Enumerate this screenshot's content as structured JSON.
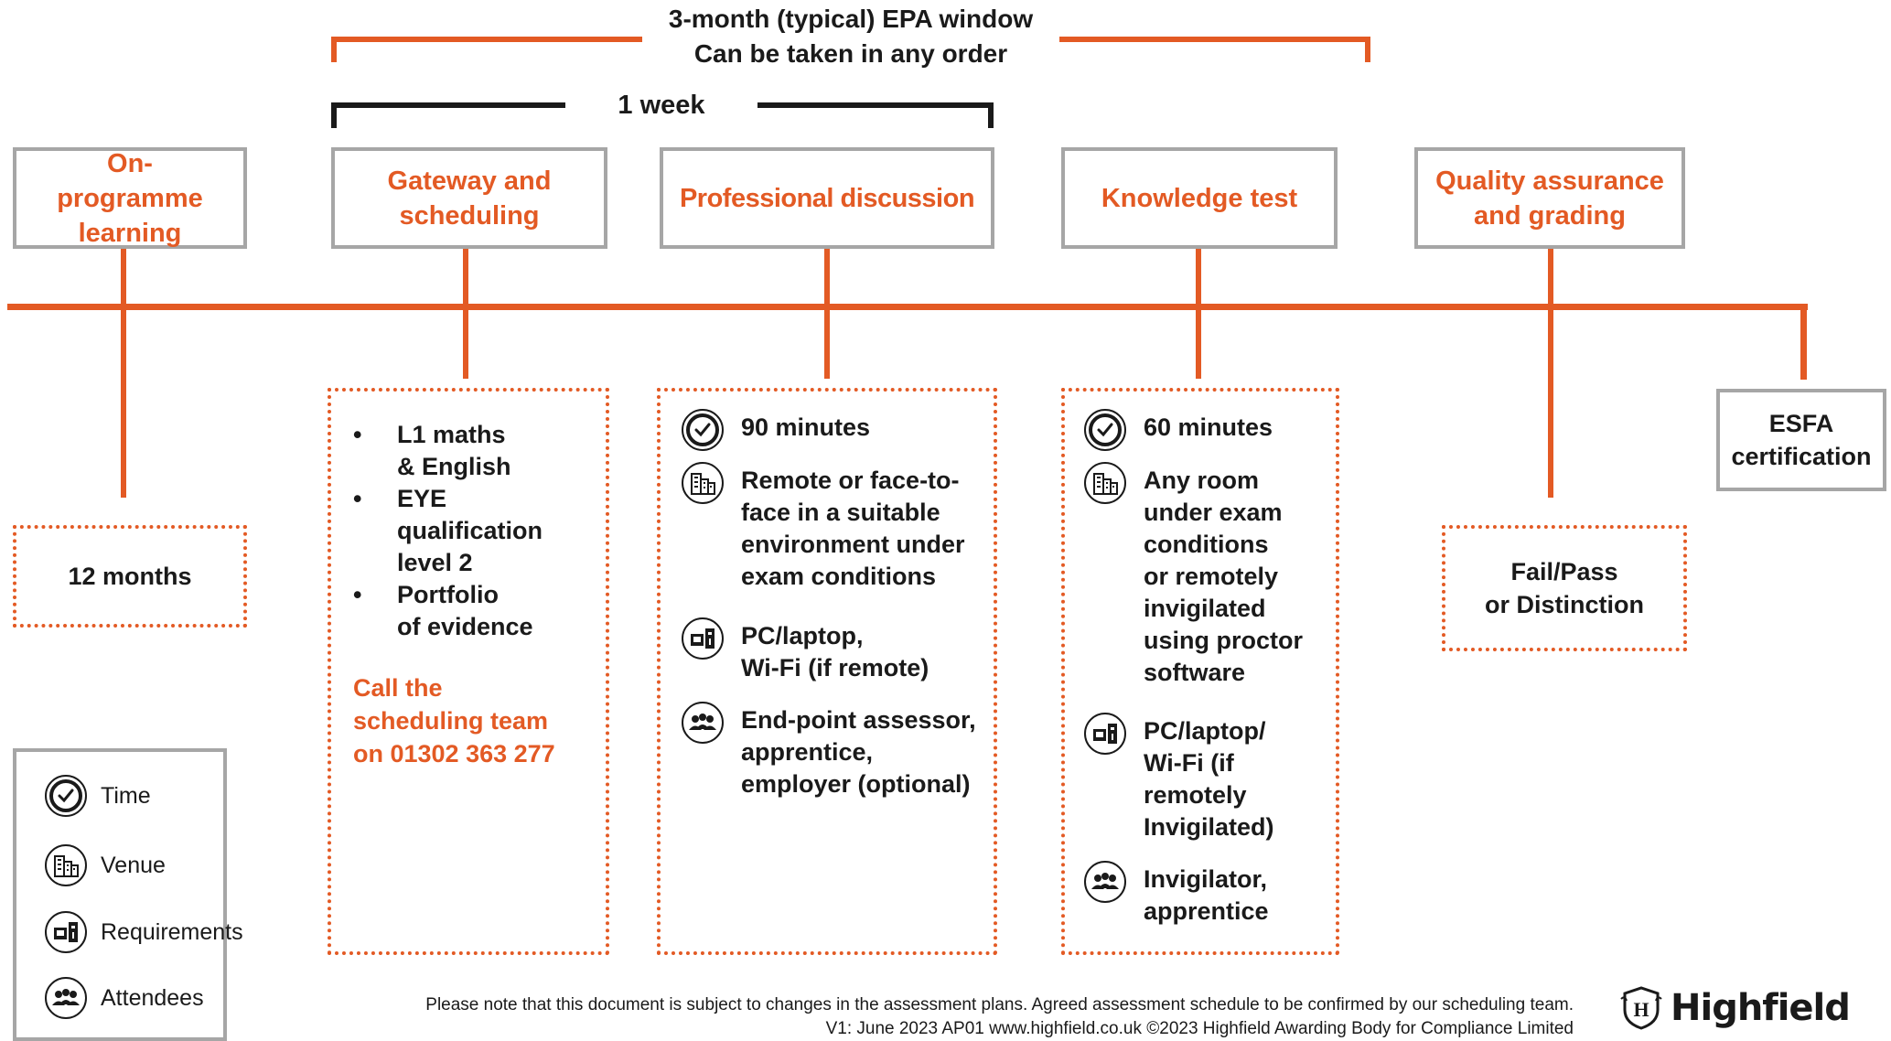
{
  "colors": {
    "accent": "#e35a24",
    "box_border": "#a6a6a6",
    "text": "#1a1a1a"
  },
  "epa_window": {
    "line1": "3-month (typical) EPA window",
    "line2": "Can be taken in any order"
  },
  "gateway_period": "1 week",
  "stages": {
    "on_programme": "On-programme learning",
    "gateway": "Gateway and scheduling",
    "professional_discussion": "Professional discussion",
    "knowledge_test": "Knowledge test",
    "quality_assurance": "Quality assurance and grading",
    "esfa": "ESFA certification"
  },
  "on_programme_detail": "12 months",
  "gateway_detail": {
    "bullets": [
      "L1 maths\n& English",
      "EYE\nqualification\nlevel 2",
      "Portfolio\nof evidence"
    ],
    "call": "Call the\nscheduling team\non 01302 363 277"
  },
  "professional_discussion_detail": {
    "time": "90 minutes",
    "venue": "Remote or face-to-\nface in a suitable\nenvironment under\nexam conditions",
    "requirements": "PC/laptop,\nWi-Fi (if remote)",
    "attendees": "End-point assessor,\napprentice,\nemployer (optional)"
  },
  "knowledge_test_detail": {
    "time": "60 minutes",
    "venue": "Any room\nunder exam\nconditions\nor remotely\ninvigilated\nusing proctor\nsoftware",
    "requirements": "PC/laptop/\nWi-Fi (if\nremotely\nInvigilated)",
    "attendees": "Invigilator,\napprentice"
  },
  "grading_detail": "Fail/Pass\nor Distinction",
  "legend": {
    "time": "Time",
    "venue": "Venue",
    "requirements": "Requirements",
    "attendees": "Attendees",
    "icons": [
      "clock-icon",
      "building-icon",
      "device-icon",
      "people-icon"
    ]
  },
  "footer": {
    "line1": "Please note that this document is subject to changes in the assessment plans.  Agreed assessment schedule to be confirmed by our scheduling team.",
    "line2": "V1: June 2023 AP01   www.highfield.co.uk   ©2023 Highfield Awarding Body for Compliance Limited"
  },
  "logo": {
    "text": "Highfield",
    "mark": "H"
  }
}
